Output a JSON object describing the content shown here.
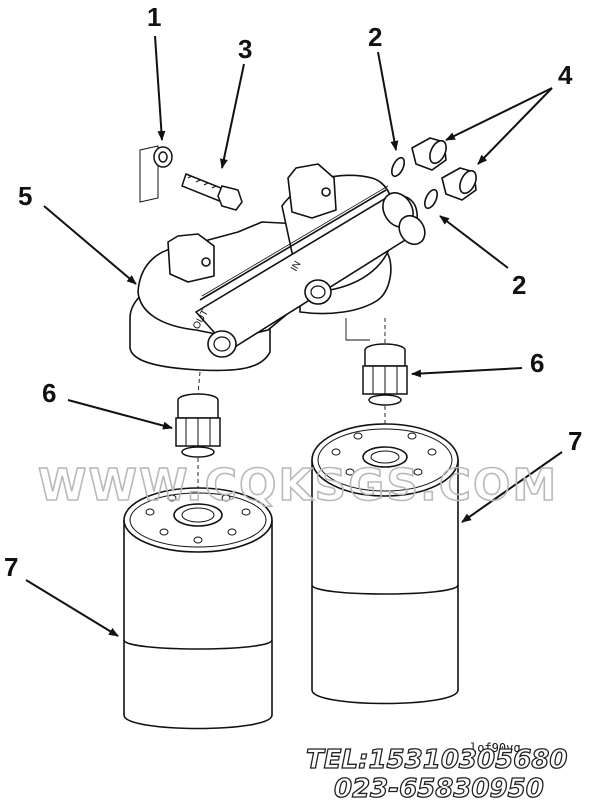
{
  "callouts": {
    "c1": "1",
    "c2a": "2",
    "c2b": "2",
    "c3": "3",
    "c4": "4",
    "c5": "5",
    "c6a": "6",
    "c6b": "6",
    "c7a": "7",
    "c7b": "7"
  },
  "watermark": "WWW.CQKSGS.COM",
  "contact": {
    "tel": "TEL:15310305680",
    "phone2": "023-65830950"
  },
  "part_number": "lof90vq",
  "colors": {
    "line": "#111111",
    "watermark": "#b9b9b9",
    "background": "#ffffff"
  }
}
